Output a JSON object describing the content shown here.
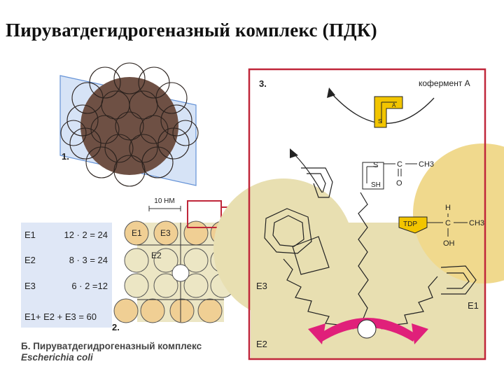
{
  "title": "Пируватдегидрогеназный комплекс (ПДК)",
  "panel1": {
    "number": "1."
  },
  "panel2": {
    "number": "2.",
    "scale_label": "10 НМ",
    "labels": {
      "e1": "E1",
      "e3": "E3",
      "e2": "E2"
    }
  },
  "equations": [
    {
      "name": "E1",
      "value": "12 · 2 = 24"
    },
    {
      "name": "E2",
      "value": "8 · 3 = 24"
    },
    {
      "name": "E3",
      "value": "6 · 2 =12"
    },
    {
      "name": "E1+ E2 + E3 = 60",
      "value": ""
    }
  ],
  "caption": {
    "line1": "Б. Пируватдегидрогеназный комплекс",
    "line2": "Escherichia coli"
  },
  "panel3": {
    "number": "3.",
    "coenzyme_label": "кофермент А",
    "tdp_label": "TDP",
    "e3": "E3",
    "e1": "E1",
    "e2": "E2",
    "acetyl": {
      "s": "S",
      "c": "C",
      "o": "O",
      "ch3": "CH3",
      "sh": "SH"
    },
    "hydroxyethyl": {
      "h": "H",
      "c": "C",
      "ch3": "CH3",
      "oh": "OH"
    },
    "coa_letters": {
      "a": "A",
      "s": "S"
    }
  },
  "colors": {
    "frame_red": "#c0273a",
    "coenzyme_yellow": "#f2c500",
    "arrow_magenta": "#e0207a",
    "sphere_dark": "#6b5045",
    "e2_beige": "#e8dfb1",
    "e1_peach": "#f0cf94"
  }
}
